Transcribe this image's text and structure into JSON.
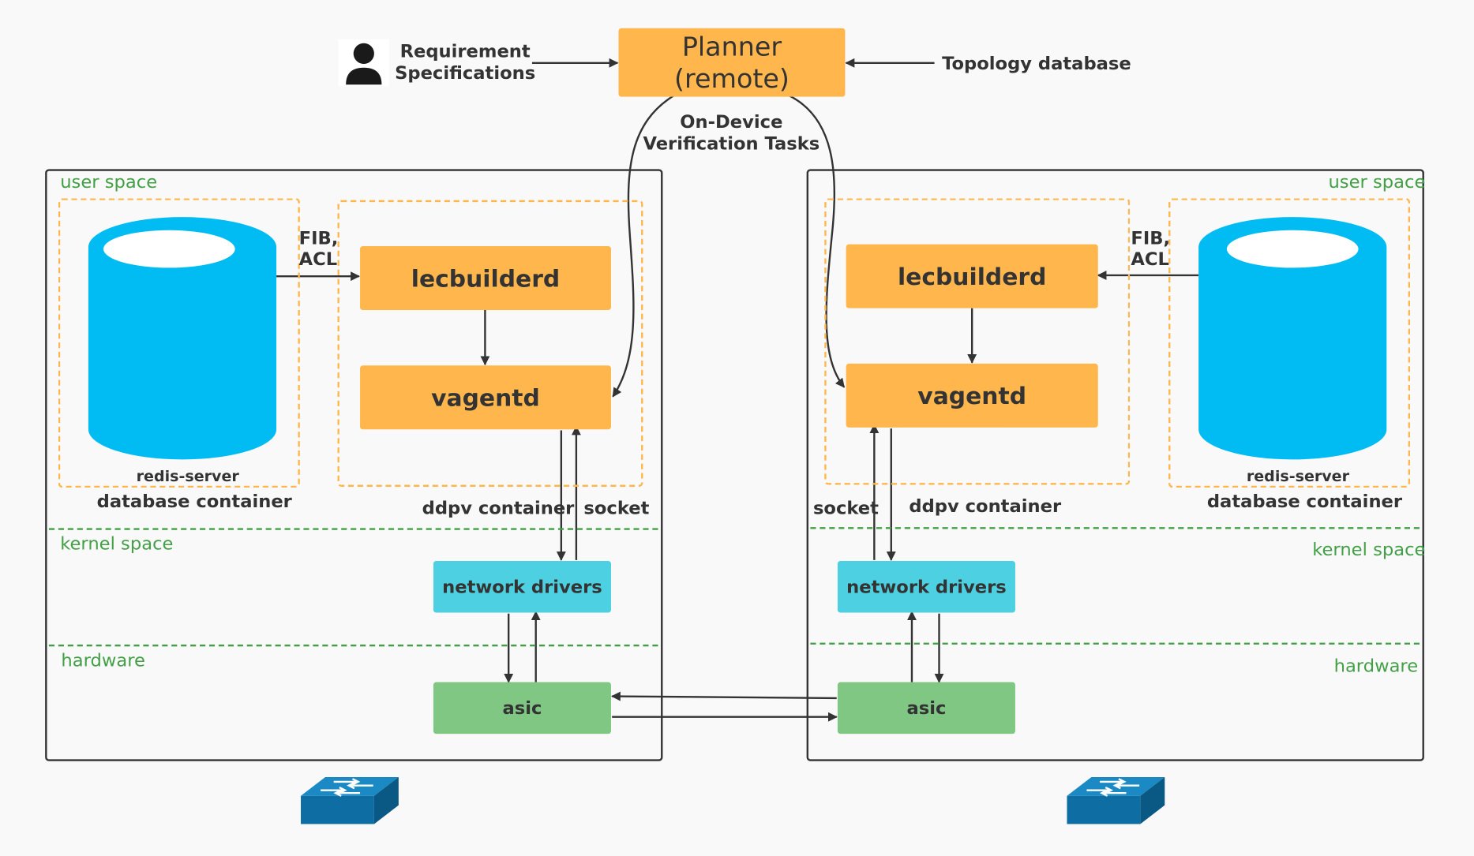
{
  "planner": {
    "line1": "Planner",
    "line2": "(remote)"
  },
  "requirements": {
    "line1": "Requirement",
    "line2": "Specifications"
  },
  "topology": "Topology database",
  "tasks": {
    "line1": "On-Device",
    "line2": "Verification Tasks"
  },
  "left_device": {
    "user_space": "user space",
    "kernel_space": "kernel space",
    "hardware": "hardware",
    "redis": "redis-server",
    "database_container": "database container",
    "fib": "FIB,",
    "acl": "ACL",
    "lecbuilderd": "lecbuilderd",
    "vagentd": "vagentd",
    "ddpv_container": "ddpv container",
    "socket": "socket",
    "network_drivers": "network drivers",
    "asic": "asic"
  },
  "right_device": {
    "user_space": "user space",
    "kernel_space": "kernel space",
    "hardware": "hardware",
    "redis": "redis-server",
    "database_container": "database container",
    "fib": "FIB,",
    "acl": "ACL",
    "lecbuilderd": "lecbuilderd",
    "vagentd": "vagentd",
    "ddpv_container": "ddpv container",
    "socket": "socket",
    "network_drivers": "network drivers",
    "asic": "asic"
  },
  "colors": {
    "component": "#ffb74d",
    "driver": "#4dd0e1",
    "asic": "#81c784",
    "database": "#00bcf2",
    "zone_text": "#43a047",
    "switch": "#0e6ea4"
  },
  "icons": [
    "user-icon",
    "database-cylinder-icon",
    "network-switch-icon"
  ]
}
